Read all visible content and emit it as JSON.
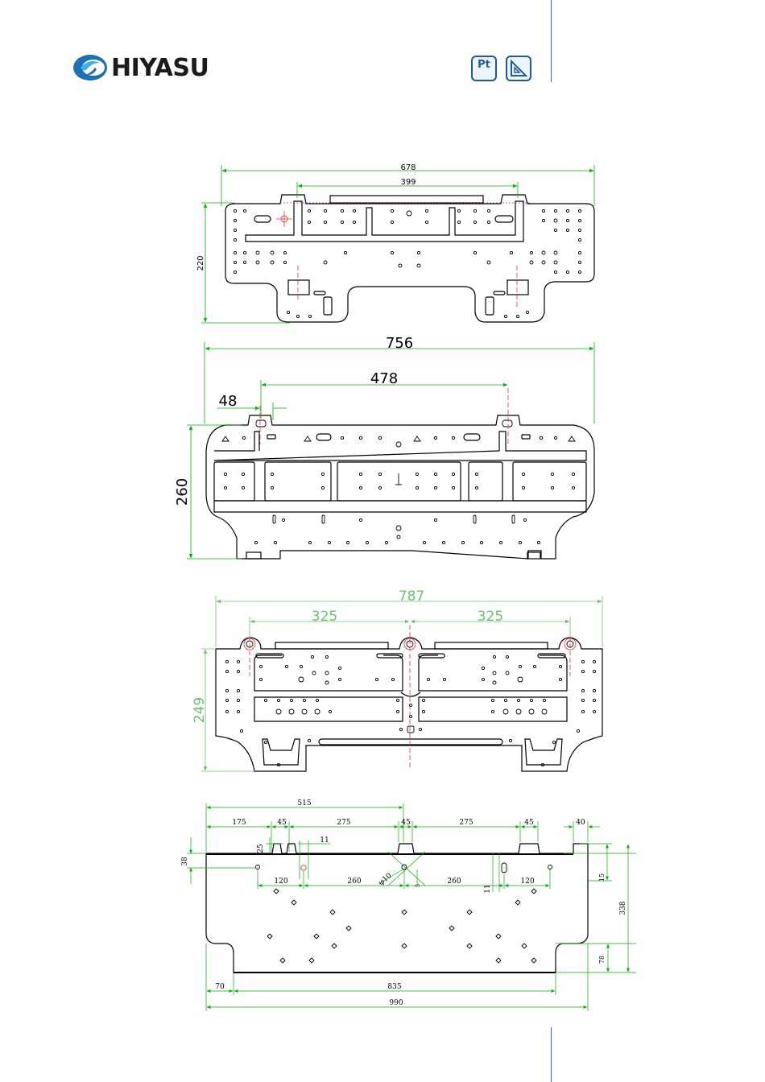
{
  "brand": {
    "name": "HIYASU",
    "accent": "#1e6fb4"
  },
  "badges": [
    {
      "label": "Pt",
      "icon": "pt-badge-icon"
    },
    {
      "label": "",
      "icon": "drawing-triangle-badge-icon"
    }
  ],
  "colors": {
    "outline": "#000000",
    "dimension_green": "#00b400",
    "dimension_light_green": "#6cc26c",
    "centerline_red": "#e53030",
    "header_rule": "#2e6f9c"
  },
  "plates": [
    {
      "id": "plate-1",
      "dimensions": {
        "overall_width": "678",
        "hook_spacing": "399",
        "height": "220"
      }
    },
    {
      "id": "plate-2",
      "dimensions": {
        "overall_width": "756",
        "hook_spacing": "478",
        "hook_offset": "48",
        "height": "260"
      }
    },
    {
      "id": "plate-3",
      "dimensions": {
        "overall_width": "787",
        "hook_spacing_left": "325",
        "hook_spacing_right": "325",
        "height": "249"
      }
    },
    {
      "id": "plate-4",
      "dimensions": {
        "top_chain": [
          "175",
          "45",
          "275",
          "45",
          "275",
          "45",
          "40"
        ],
        "center_offset": "515",
        "left_edge_offset": "38",
        "notch_depth": "25",
        "hole_width": "11",
        "hole_spacing_left_1": "120",
        "hole_spacing_left_2": "260",
        "hole_spacing_right_1": "260",
        "hole_spacing_right_2": "120",
        "pipe_hole_diameter": "φ10",
        "small_gap": "5",
        "right_hole_width": "11",
        "height": "338",
        "right_top_offset": "15",
        "bottom_offset": "78",
        "bottom_left": "70",
        "bottom_span": "835",
        "overall_width": "990"
      }
    }
  ]
}
